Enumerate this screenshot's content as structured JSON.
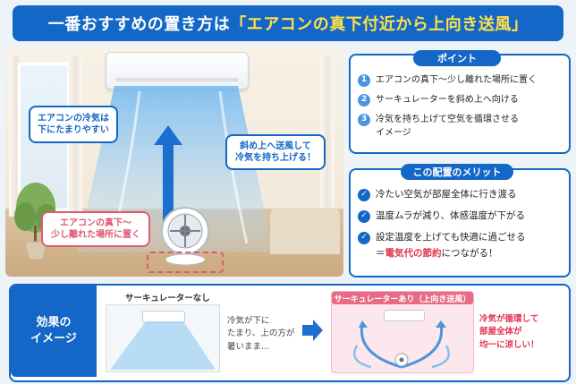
{
  "header": {
    "title_prefix": "一番おすすめの置き方は",
    "title_highlight": "「エアコンの真下付近から上向き送風」"
  },
  "scene": {
    "callout_cold_air": "エアコンの冷気は\n下にたまりやすい",
    "callout_blow_up": "斜め上へ送風して\n冷気を持ち上げる！",
    "callout_placement": "エアコンの真下〜\n少し離れた場所に置く"
  },
  "points": {
    "title": "ポイント",
    "items": [
      {
        "num": "1",
        "text": "エアコンの真下〜少し離れた場所に置く"
      },
      {
        "num": "2",
        "text": "サーキュレーターを斜め上へ向ける"
      },
      {
        "num": "3",
        "text": "冷気を持ち上げて空気を循環させる\nイメージ"
      }
    ]
  },
  "merits": {
    "title": "この配置のメリット",
    "items": [
      {
        "text": "冷たい空気が部屋全体に行き渡る"
      },
      {
        "text": "温度ムラが減り、体感温度が下がる"
      },
      {
        "text": "設定温度を上げても快適に過ごせる"
      }
    ],
    "last_prefix": "＝",
    "last_highlight": "電気代の節約",
    "last_suffix": "につながる！"
  },
  "effect": {
    "label": "効果の\nイメージ",
    "without_label": "サーキュレーターなし",
    "without_text": "冷気が下に\nたまり、上の方が\n暑いまま…",
    "with_label": "サーキュレーターあり（上向き送風）",
    "with_text": "冷気が循環して\n部屋全体が\n均一に涼しい！"
  },
  "colors": {
    "brand_blue": "#1467c6",
    "highlight_yellow": "#ffe14a",
    "accent_pink": "#e25a72"
  }
}
